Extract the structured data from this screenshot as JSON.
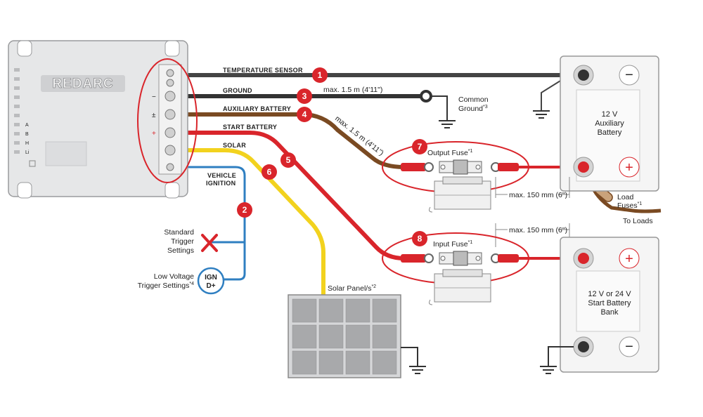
{
  "device": {
    "brand": "REDARC"
  },
  "wires": {
    "temperature_sensor": "TEMPERATURE SENSOR",
    "ground": "GROUND",
    "auxiliary_battery": "AUXILIARY BATTERY",
    "start_battery": "START BATTERY",
    "solar": "SOLAR",
    "vehicle_ignition_1": "VEHICLE",
    "vehicle_ignition_2": "IGNITION"
  },
  "callouts": [
    "1",
    "2",
    "3",
    "4",
    "5",
    "6",
    "7",
    "8"
  ],
  "labels": {
    "max_ground": "max. 1.5 m (4'11\")",
    "max_aux": "max. 1.5 m (4'11\")",
    "common_ground_1": "Common",
    "common_ground_2": "Ground",
    "common_ground_sup": "*3",
    "output_fuse": "Output Fuse",
    "output_fuse_sup": "*1",
    "input_fuse": "Input Fuse",
    "input_fuse_sup": "*1",
    "max_150_top": "max. 150 mm (6\")",
    "max_150_bottom": "max. 150 mm (6\")",
    "load_fuses_1": "Load",
    "load_fuses_2": "Fuses",
    "load_fuses_sup": "*1",
    "to_loads": "To Loads",
    "standard_trigger_1": "Standard",
    "standard_trigger_2": "Trigger",
    "standard_trigger_3": "Settings",
    "low_voltage_1": "Low Voltage",
    "low_voltage_2": "Trigger Settings",
    "low_voltage_sup": "*4",
    "ign_1": "IGN",
    "ign_2": "D+",
    "solar_panel": "Solar Panel/s",
    "solar_panel_sup": "*2"
  },
  "aux_battery": {
    "line1": "12 V",
    "line2": "Auxiliary",
    "line3": "Battery",
    "minus": "−",
    "plus": "+"
  },
  "start_battery": {
    "line1": "12 V or 24 V",
    "line2": "Start Battery",
    "line3": "Bank",
    "minus": "−",
    "plus": "+"
  },
  "device_side_labels": [
    "A",
    "B",
    "H",
    "Li"
  ],
  "terminal_symbols": [
    "−",
    "±",
    "+"
  ],
  "colors": {
    "red": "#d9252b",
    "black": "#333333",
    "brown": "#7a4a22",
    "yellow": "#f2d21e",
    "blue": "#2f7fc1",
    "grey_wire": "#4a4a4a"
  }
}
